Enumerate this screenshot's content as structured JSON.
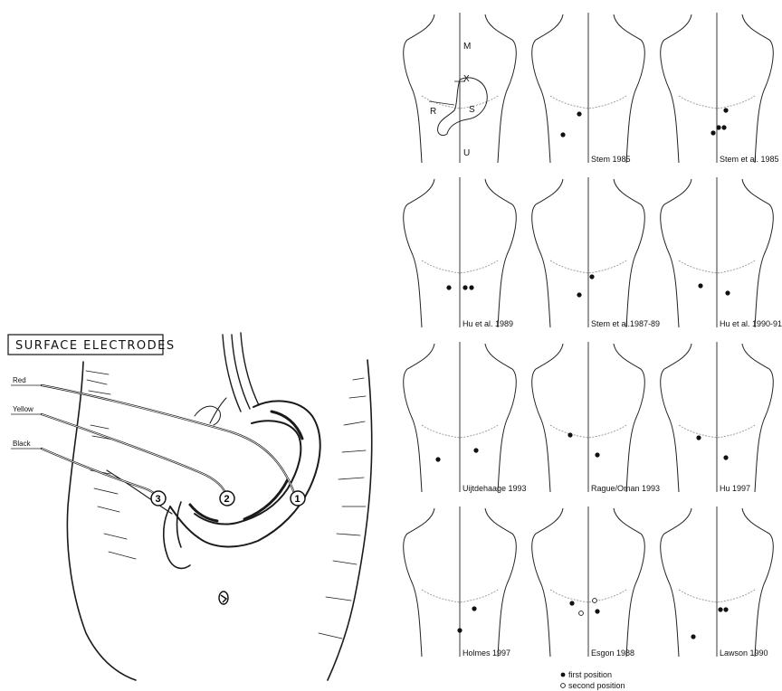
{
  "surface_electrodes_panel": {
    "title": "SURFACE ELECTRODES",
    "wires": [
      "Red",
      "Yellow",
      "Black"
    ],
    "electrode_numbers": [
      "1",
      "2",
      "3"
    ]
  },
  "anatomy_labels": {
    "midline": "M",
    "xiphoid": "X",
    "right": "R",
    "stomach": "S",
    "umbilicus": "U"
  },
  "studies": [
    "Stem 1985",
    "Stem et al. 1985",
    "Hu et al. 1989",
    "Stem et al.1987-89",
    "Hu et al. 1990-91",
    "Uijtdehaage 1993",
    "Rague/Oman 1993",
    "Hu 1997",
    "Holmes 1997",
    "Esgon 1988",
    "Lawson 1990"
  ],
  "legend": {
    "first_position": "first position",
    "second_position": "second position"
  }
}
